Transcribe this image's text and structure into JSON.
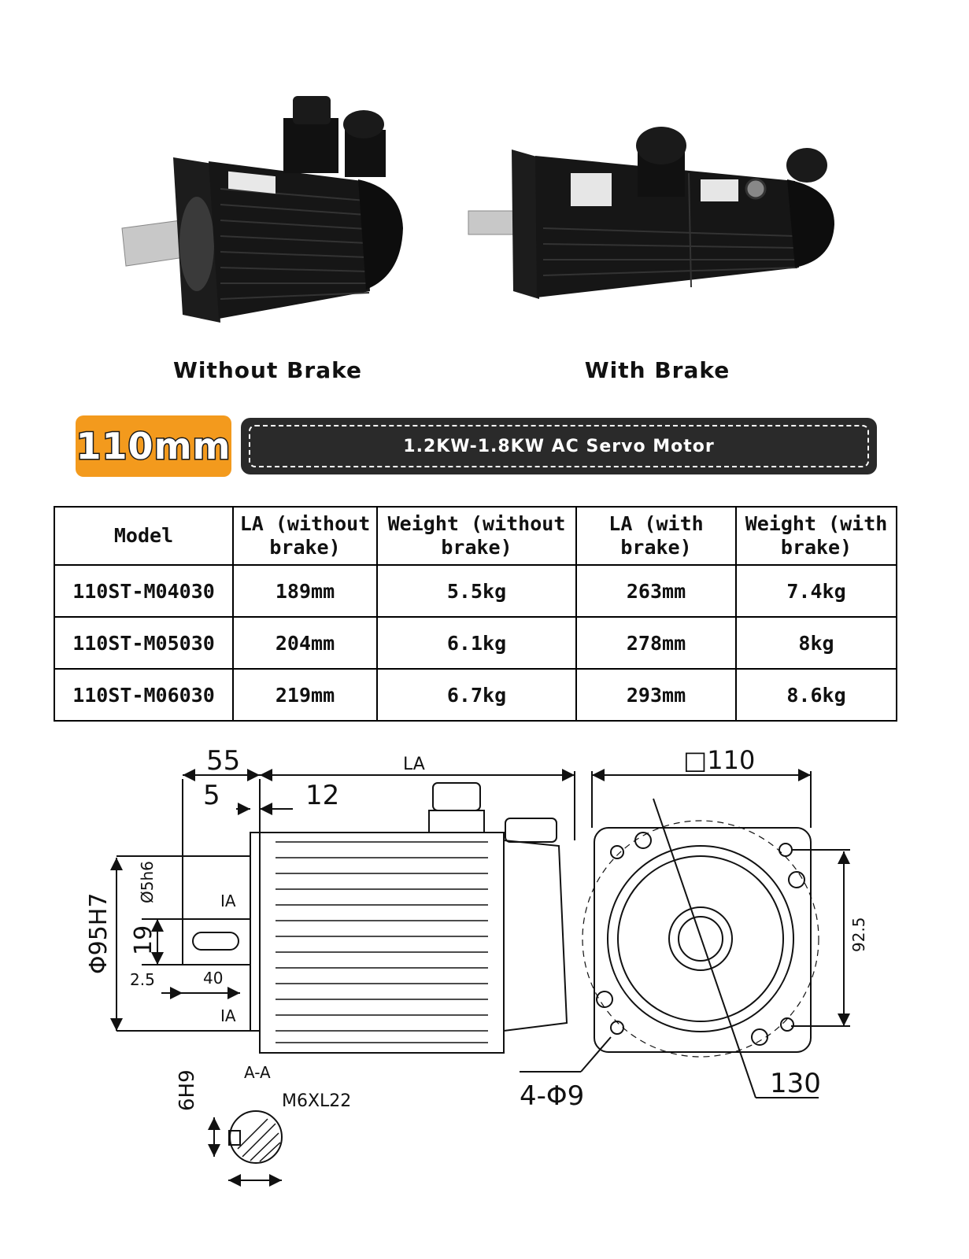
{
  "photos": {
    "without_caption": "Without Brake",
    "with_caption": "With Brake"
  },
  "banner": {
    "size": "110mm",
    "title": "1.2KW-1.8KW AC Servo Motor",
    "badge_color": "#f39a1d",
    "bar_color": "#2a2a2a"
  },
  "table": {
    "headers": [
      "Model",
      "LA (without brake)",
      "Weight (without brake)",
      "LA (with brake)",
      "Weight (with brake)"
    ],
    "rows": [
      [
        "110ST-M04030",
        "189mm",
        "5.5kg",
        "263mm",
        "7.4kg"
      ],
      [
        "110ST-M05030",
        "204mm",
        "6.1kg",
        "278mm",
        "8kg"
      ],
      [
        "110ST-M06030",
        "219mm",
        "6.7kg",
        "293mm",
        "8.6kg"
      ]
    ]
  },
  "drawing": {
    "dim_55": "55",
    "dim_la": "LA",
    "dim_5": "5",
    "dim_12": "12",
    "dim_phi95": "Φ95H7",
    "dim_shaft": "Ø5h6",
    "dim_19": "19",
    "dim_25": "2.5",
    "dim_40": "40",
    "label_ia_top": "IA",
    "label_ia_bottom": "IA",
    "label_aa": "A-A",
    "dim_6h9": "6H9",
    "dim_m6": "M6XL22",
    "dim_flange": "□110",
    "dim_925": "92.5",
    "dim_holes": "4-Φ9",
    "dim_130": "130"
  }
}
